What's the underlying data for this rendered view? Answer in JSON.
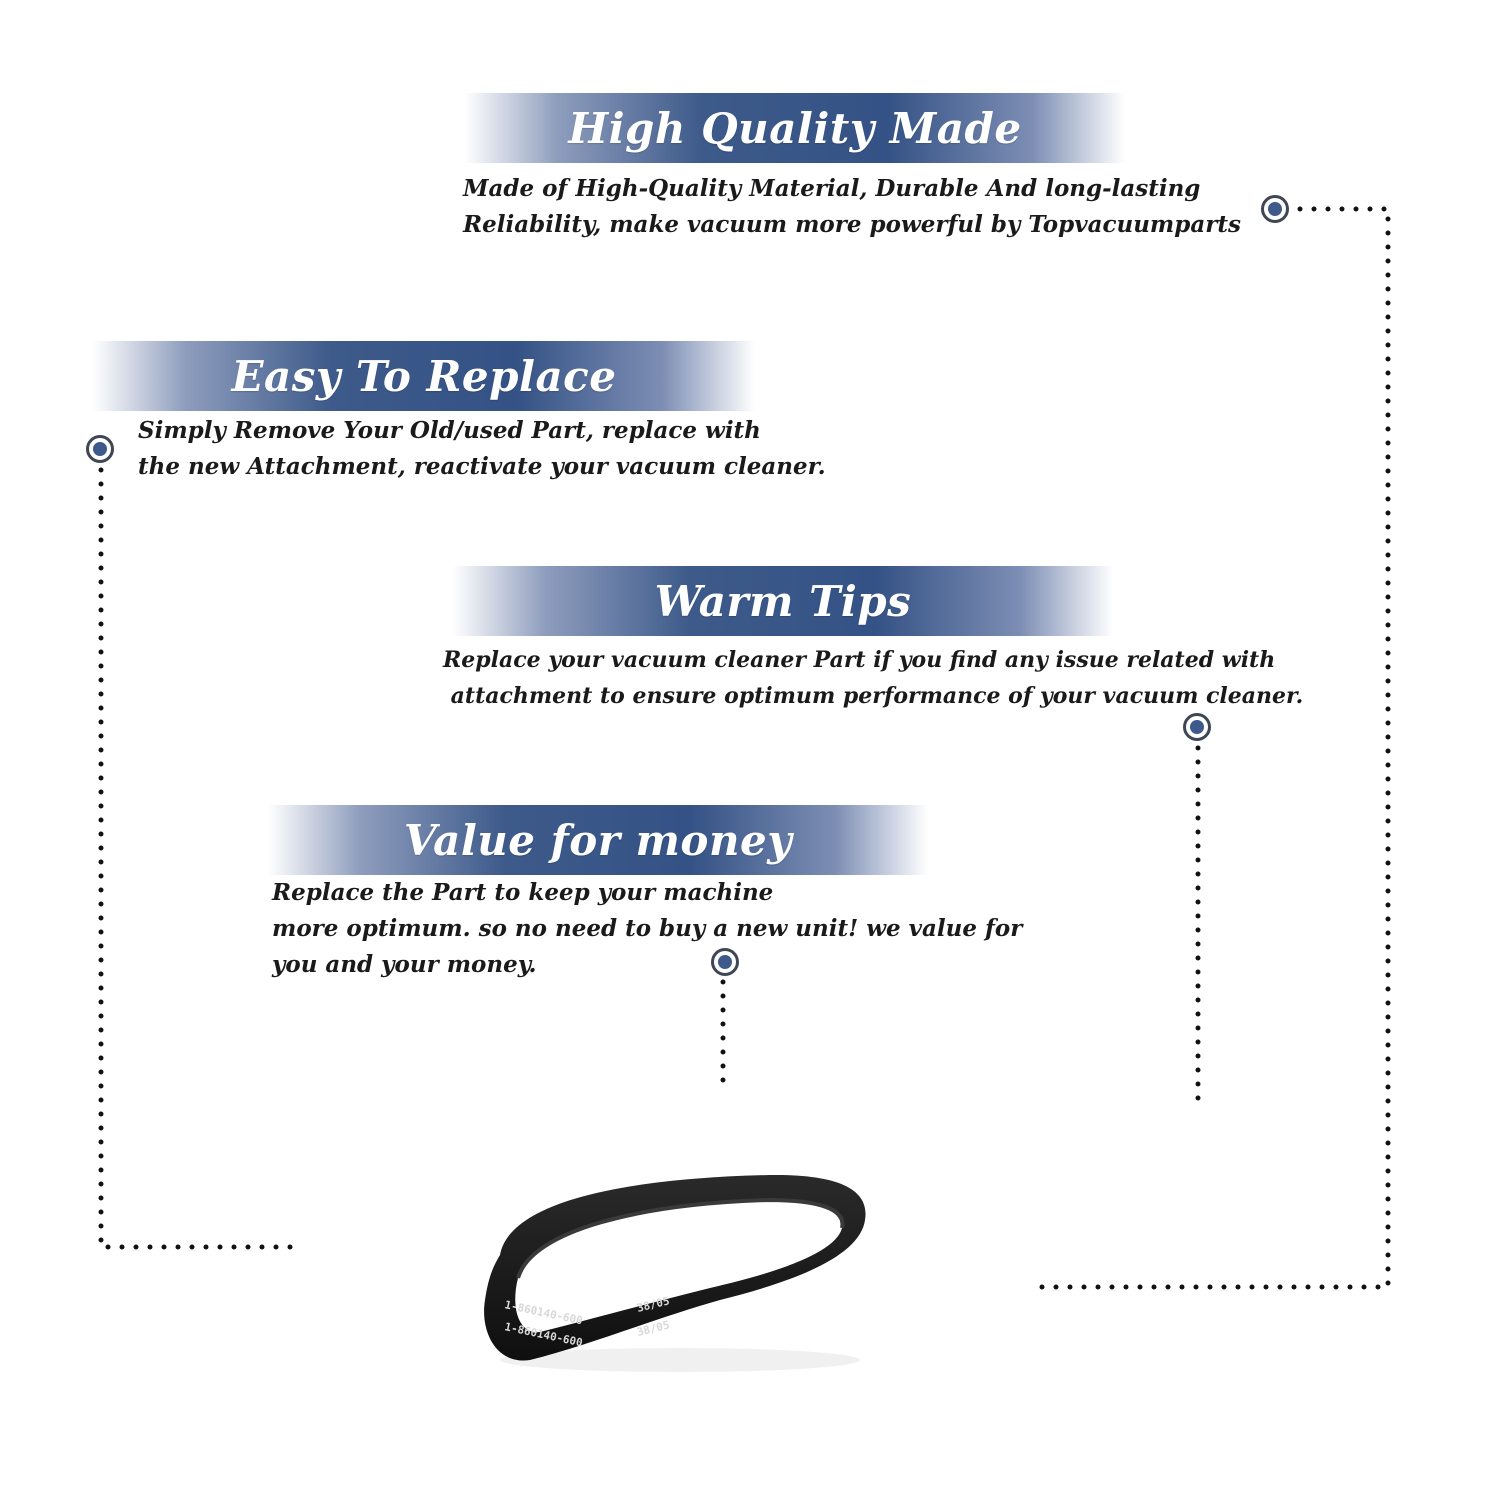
{
  "sections": [
    {
      "title": "High Quality Made",
      "lines": [
        "Made of  High-Quality Material, Durable And long-lasting",
        "Reliability, make vacuum more powerful by Topvacuumparts"
      ]
    },
    {
      "title": "Easy To Replace",
      "lines": [
        "Simply Remove Your Old/used Part, replace with",
        "the new Attachment, reactivate your vacuum cleaner."
      ]
    },
    {
      "title": "Warm Tips",
      "lines": [
        "Replace your vacuum cleaner Part if you find any issue related with",
        " attachment to ensure optimum performance of your vacuum cleaner."
      ]
    },
    {
      "title": "Value for money",
      "lines": [
        "Replace the Part to keep your machine",
        "more optimum. so no need to buy a new unit! we value for",
        "you and your money."
      ]
    }
  ],
  "product": {
    "belt_code_1": "1-860140-600",
    "belt_size_1": "38/05",
    "belt_code_2": "1-860140-600",
    "belt_size_2": "38/05"
  },
  "colors": {
    "banner_blue": "#3d5a8a",
    "text": "#1a1a1a",
    "dots": "#111111",
    "belt": "#1c1c1c"
  }
}
